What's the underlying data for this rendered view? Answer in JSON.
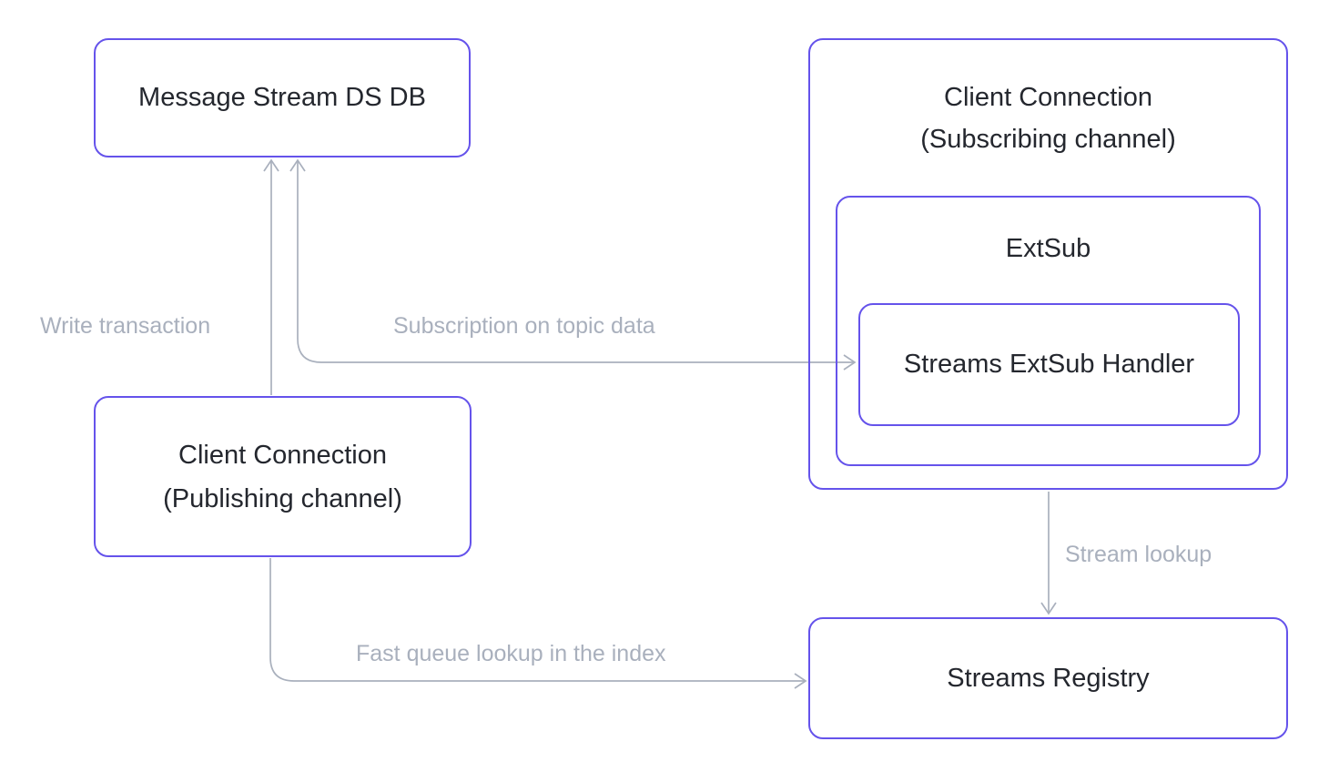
{
  "nodes": {
    "ds_db": {
      "label": "Message Stream DS DB"
    },
    "subscribing": {
      "title_line1": "Client Connection",
      "title_line2": "(Subscribing channel)"
    },
    "extsub": {
      "label": "ExtSub"
    },
    "handler": {
      "label": "Streams ExtSub Handler"
    },
    "publishing": {
      "title_line1": "Client Connection",
      "title_line2": "(Publishing channel)"
    },
    "registry": {
      "label": "Streams Registry"
    }
  },
  "edges": {
    "write_transaction": {
      "label": "Write transaction"
    },
    "subscription": {
      "label": "Subscription on topic data"
    },
    "stream_lookup": {
      "label": "Stream lookup"
    },
    "fast_queue": {
      "label": "Fast queue lookup in the index"
    }
  },
  "colors": {
    "node_border": "#6553EB",
    "edge_line": "#A9B0BD",
    "edge_label_text": "#A9B0BD",
    "node_text": "#24272E",
    "background": "#FFFFFF"
  }
}
